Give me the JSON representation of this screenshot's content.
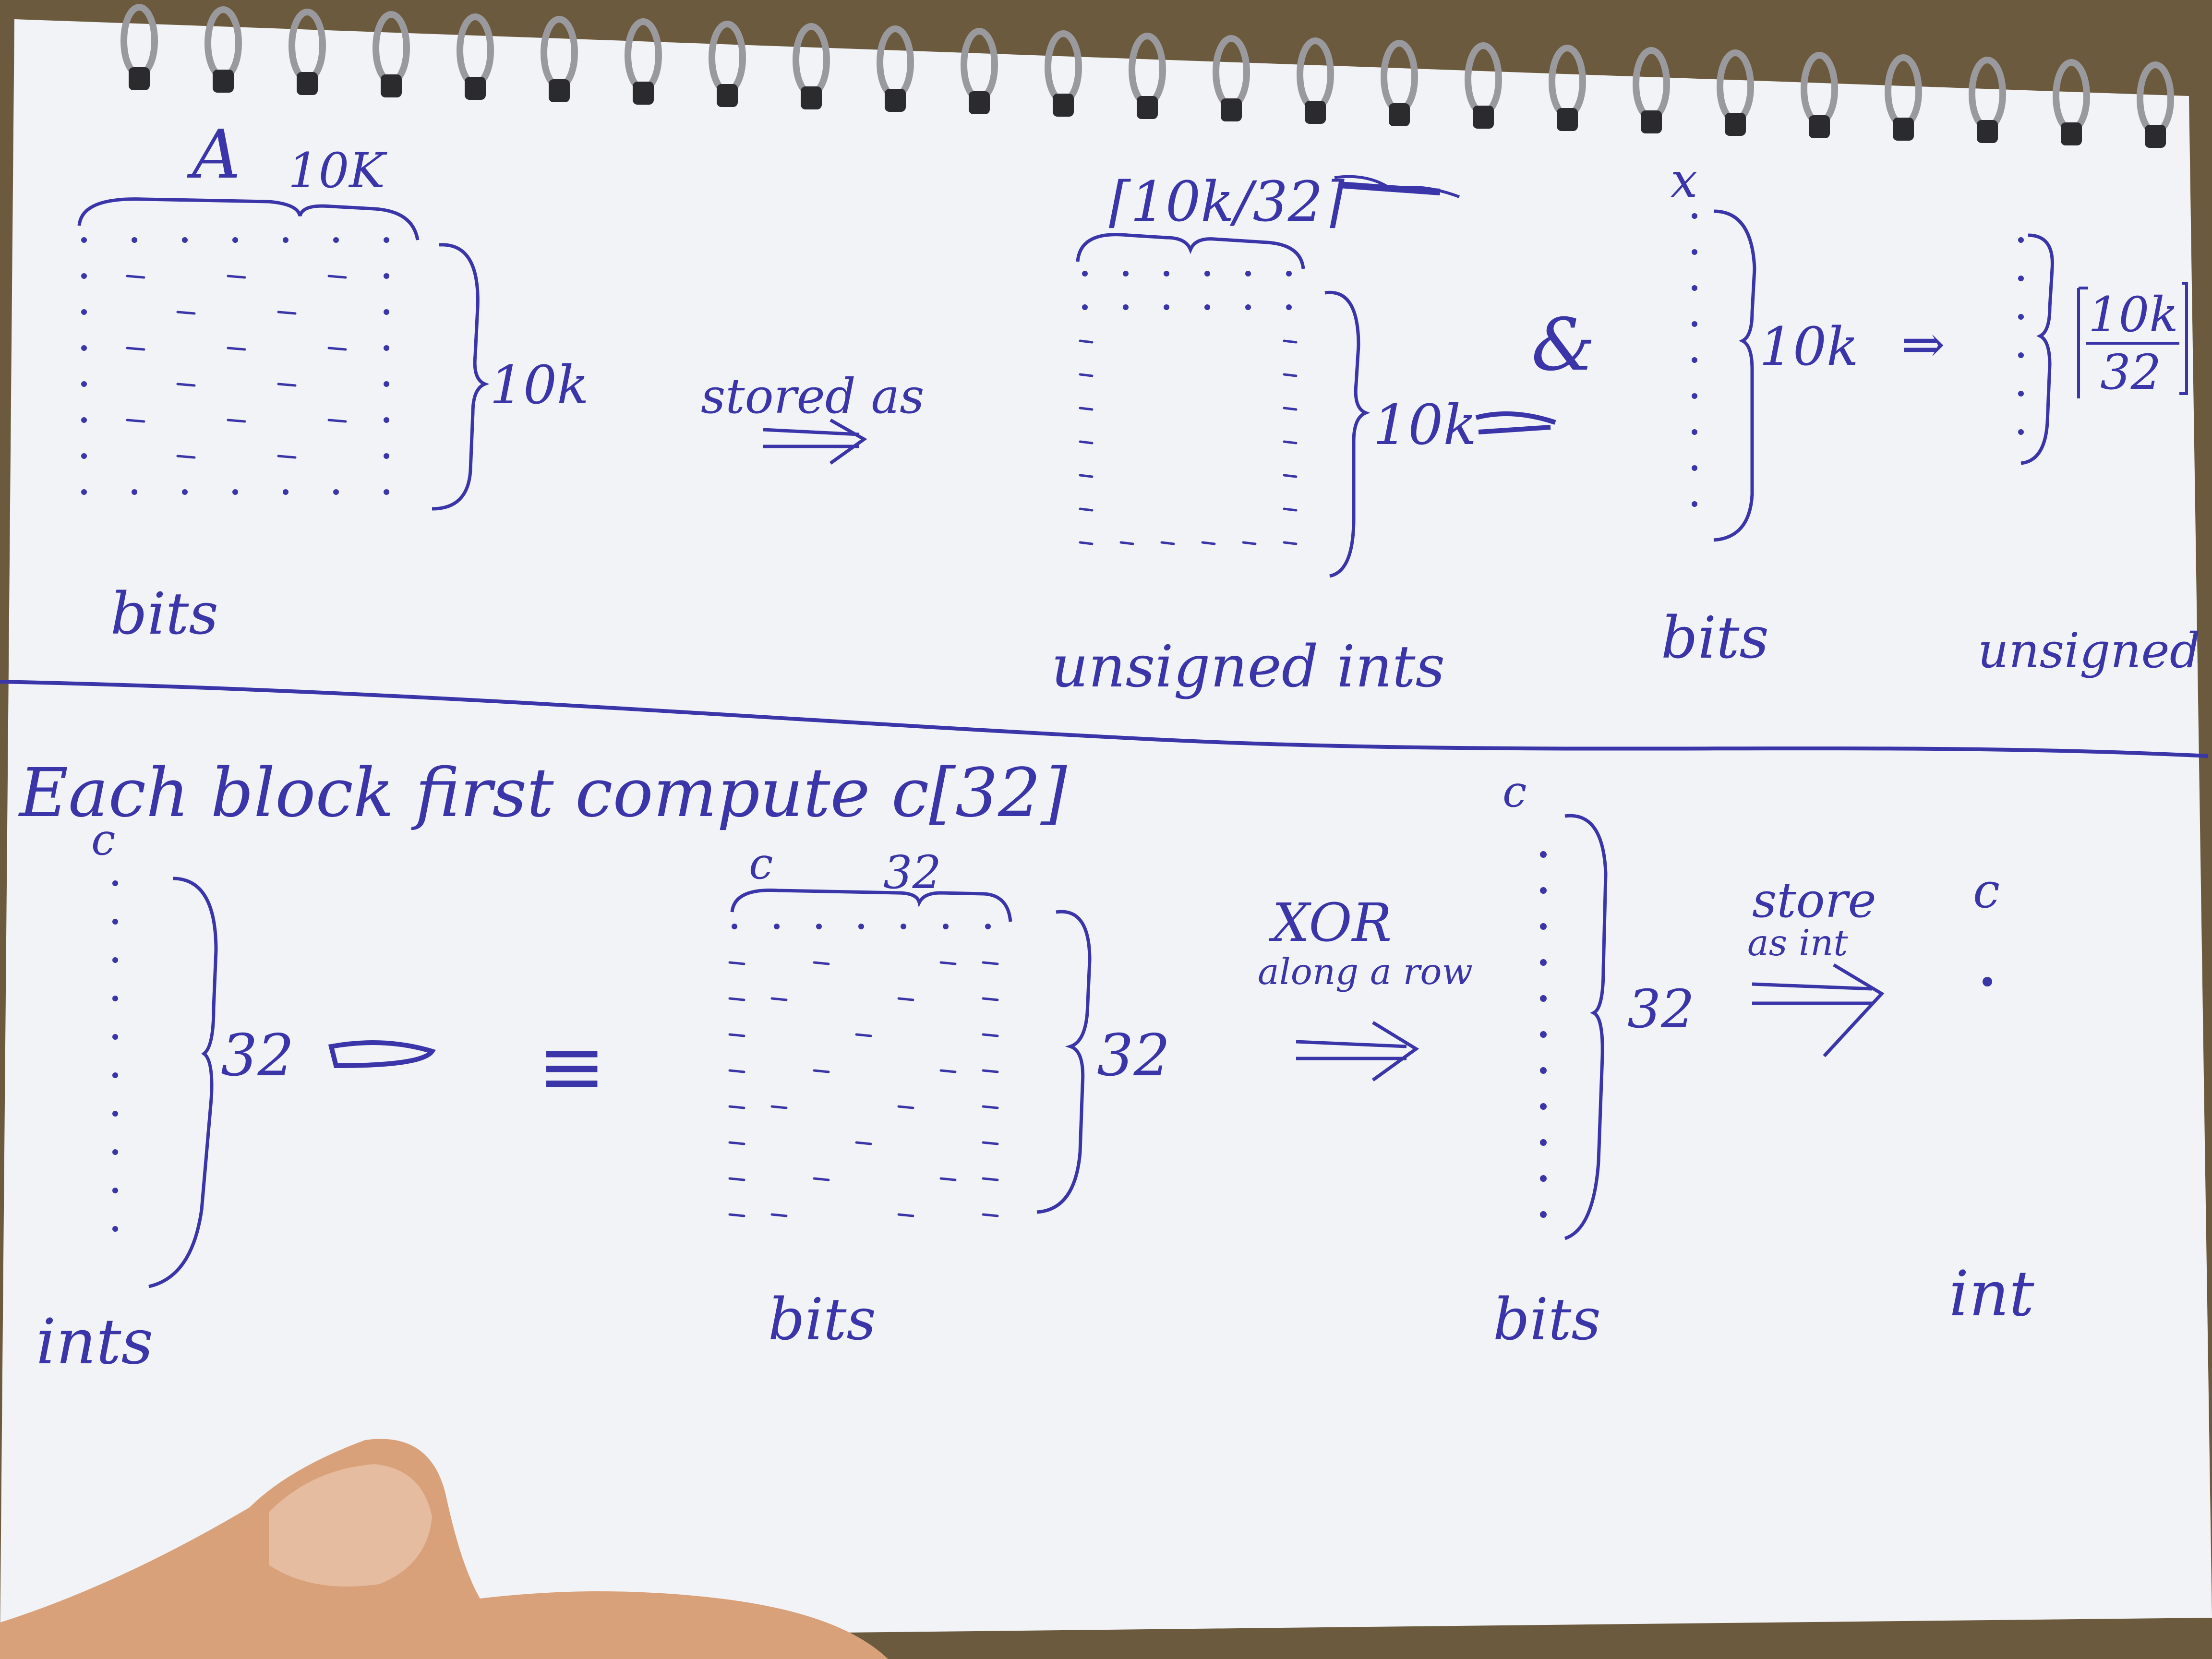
{
  "colors": {
    "ink": "#3a35a8",
    "paper": "#f2f3f6",
    "background": "#6b5a3e",
    "spiral": "#9a9a9e",
    "skin": "#d9a17a"
  },
  "top": {
    "matrix_a": {
      "name": "A",
      "width_label": "10K",
      "height_label": "10k",
      "caption": "bits"
    },
    "arrow_label": "stored as",
    "packed_matrix": {
      "width_label": "⌈10k/32⌉",
      "height_label": "10k",
      "caption": "unsigned ints"
    },
    "and_symbol": "&",
    "vector_x": {
      "name": "x",
      "height_label": "10k",
      "caption": "bits"
    },
    "implies": "⇒",
    "result": {
      "numerator": "10k",
      "denominator": "32",
      "caption": "unsigned ints"
    }
  },
  "bottom": {
    "heading": "Each block first compute c[32]",
    "c_vector": {
      "name": "c",
      "height_label": "32",
      "caption": "ints"
    },
    "equiv": "≡",
    "bit_block": {
      "name": "c",
      "width_label": "32",
      "height_label": "32",
      "caption": "bits"
    },
    "xor_arrow": {
      "line1": "XOR",
      "line2": "along a row"
    },
    "bit_vector": {
      "name": "c",
      "height_label": "32",
      "caption": "bits"
    },
    "store_arrow": {
      "line1": "store",
      "line2": "as int"
    },
    "result": {
      "name": "c",
      "caption": "int"
    }
  }
}
